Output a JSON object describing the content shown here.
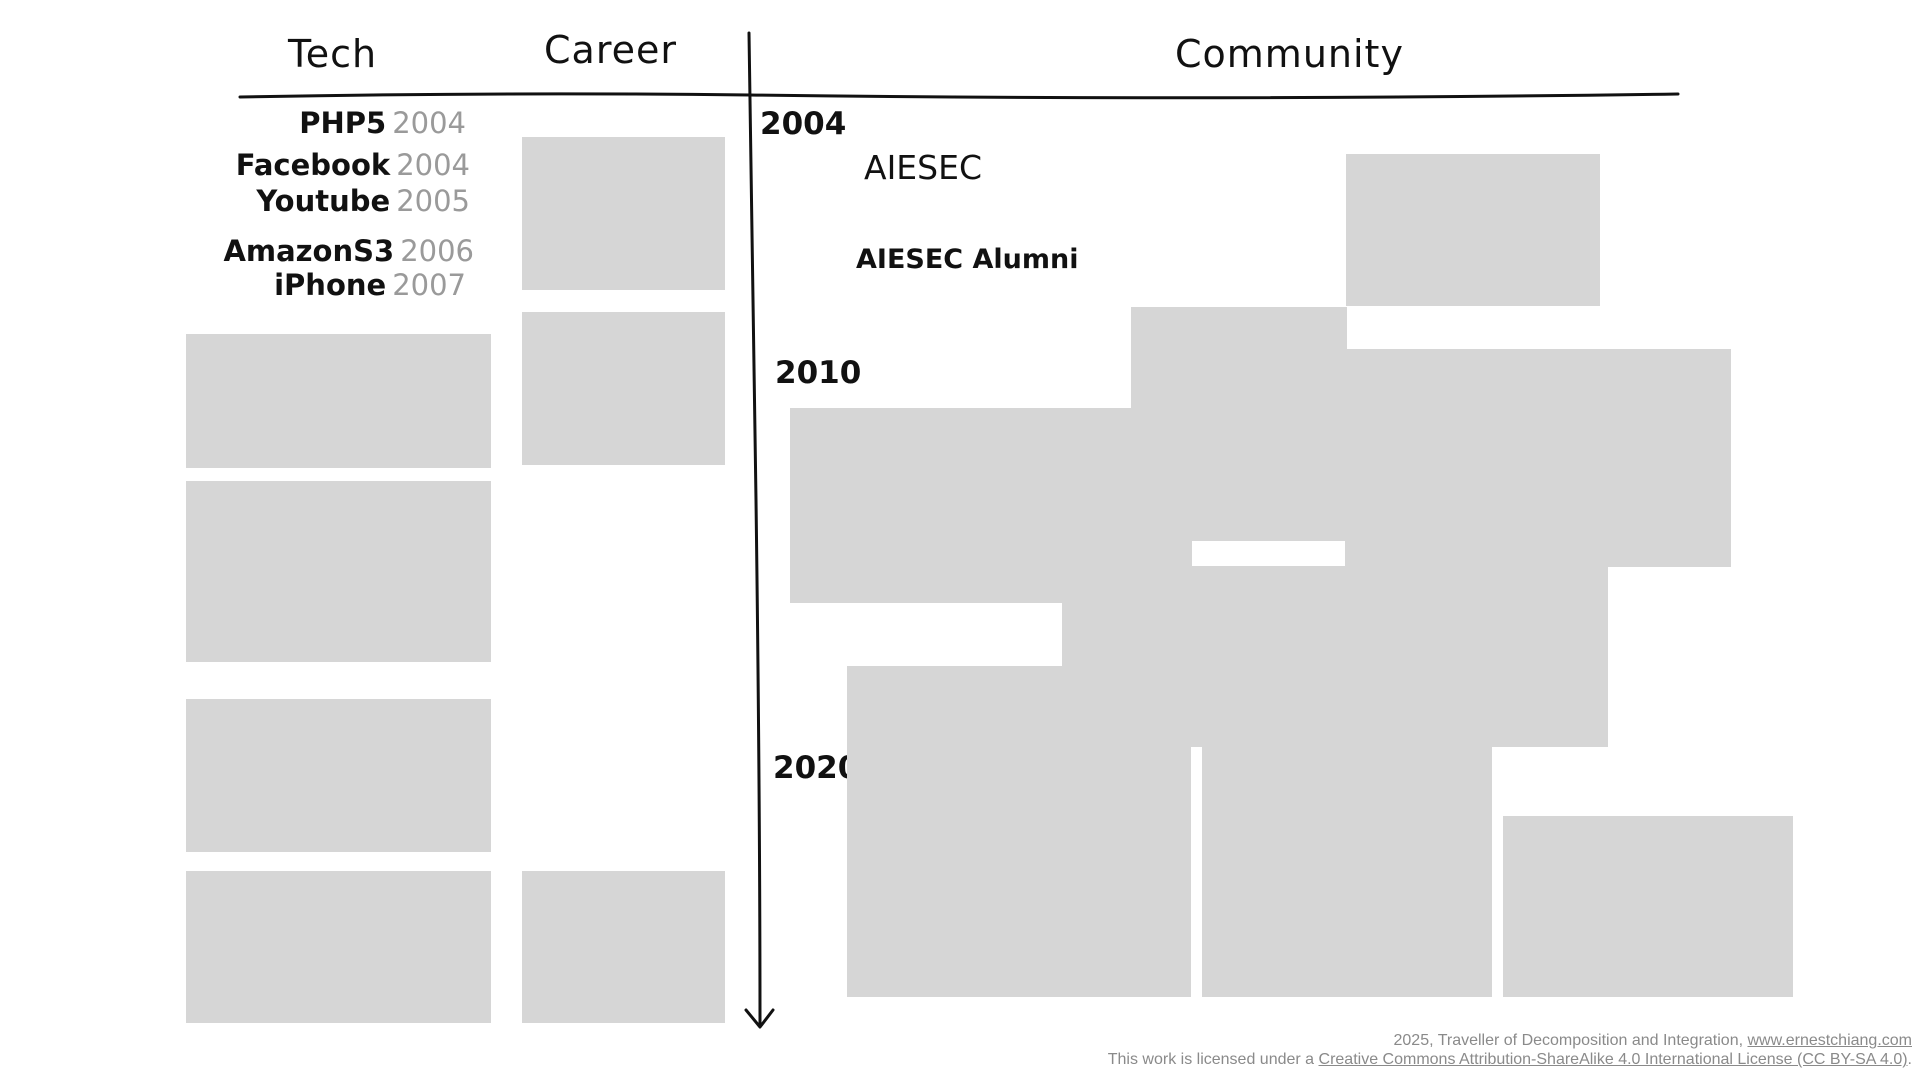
{
  "headers": {
    "tech": "Tech",
    "career": "Career",
    "community": "Community"
  },
  "tech_items": [
    {
      "name": "PHP5",
      "year": "2004"
    },
    {
      "name": "Facebook",
      "year": "2004"
    },
    {
      "name": "Youtube",
      "year": "2005"
    },
    {
      "name": "AmazonS3",
      "year": "2006"
    },
    {
      "name": "iPhone",
      "year": "2007"
    }
  ],
  "timeline_years": [
    "2004",
    "2010",
    "2020"
  ],
  "community_items": [
    "AIESEC",
    "AIESEC Alumni"
  ],
  "footer": {
    "line1_text": "2025, Traveller of Decomposition and Integration, ",
    "line1_link": "www.ernestchiang.com",
    "line2_text": "This work is licensed under a ",
    "line2_link": "Creative Commons Attribution-ShareAlike 4.0 International License (CC BY-SA 4.0)",
    "line2_end": "."
  }
}
